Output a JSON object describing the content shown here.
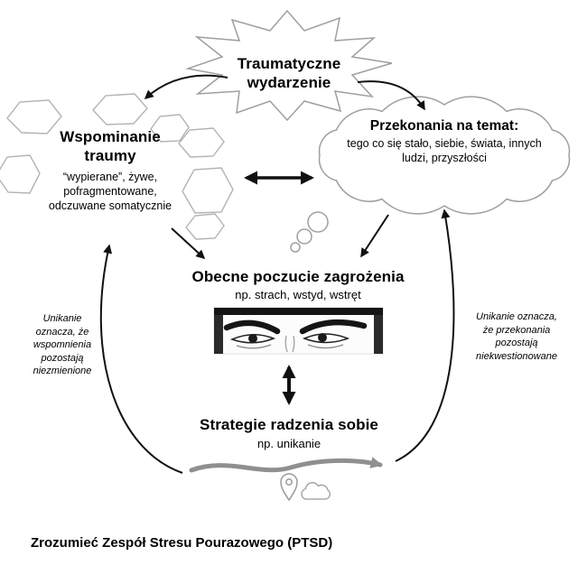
{
  "diagram": {
    "traumatic_event": {
      "title": "Traumatyczne wydarzenie"
    },
    "trauma_memory": {
      "title": "Wspominanie traumy",
      "details": "“wypierane”, żywe, pofragmentowane, odczuwane somatycznie"
    },
    "beliefs": {
      "title": "Przekonania na temat:",
      "details": "tego co się stało, siebie, świata, innych ludzi, przyszłości"
    },
    "threat": {
      "title": "Obecne poczucie zagrożenia",
      "details": "np. strach, wstyd, wstręt"
    },
    "coping": {
      "title": "Strategie radzenia sobie",
      "details": "np. unikanie"
    },
    "side_note_left": "Unikanie oznacza, że wspomnienia pozostają niezmienione",
    "side_note_right": "Unikanie oznacza, że przekonania pozostają niekwestionowane",
    "caption": "Zrozumieć Zespół Stresu Pourazowego (PTSD)"
  },
  "icons": {
    "eyes_photo": "eyes-photo",
    "map_pin": "location-pin-icon",
    "small_cloud": "thought-cloud-icon"
  },
  "colors": {
    "ink": "#111111",
    "outline_gray": "#9f9f9f",
    "bubble_gray": "#b3b3b3",
    "avoidance_arrow_gray": "#8f8f8f",
    "background": "#ffffff"
  }
}
